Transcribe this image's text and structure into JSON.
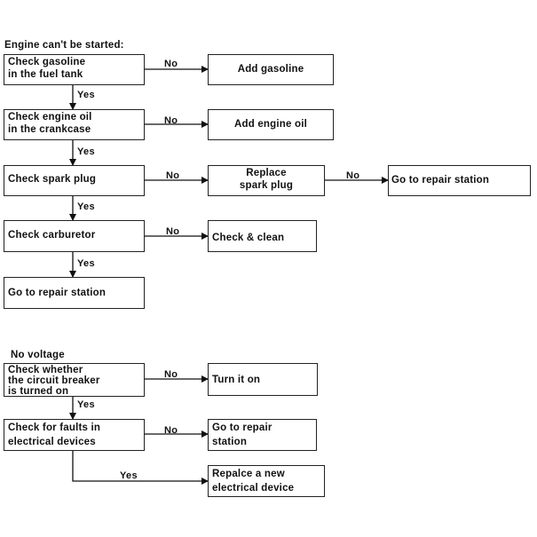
{
  "engine": {
    "title": "Engine can't be started:",
    "check_gasoline": "Check gasoline\nin the fuel tank",
    "add_gasoline": "Add gasoline",
    "check_engine_oil": "Check engine oil\nin the crankcase",
    "add_engine_oil": "Add engine oil",
    "check_spark_plug": "Check spark plug",
    "replace_spark_plug": "Replace\nspark plug",
    "go_repair_1": "Go to repair station",
    "check_carburetor": "Check carburetor",
    "check_clean": "Check & clean",
    "go_repair_2": "Go to repair station"
  },
  "voltage": {
    "title": "No voltage",
    "check_breaker": "Check whether\nthe circuit breaker\nis turned on",
    "turn_on": "Turn it on",
    "check_faults": "Check for faults in\nelectrical devices",
    "go_repair": "Go to repair\nstation",
    "replace_device": "Repalce a new\nelectrical device"
  },
  "labels": {
    "yes": "Yes",
    "no": "No"
  }
}
